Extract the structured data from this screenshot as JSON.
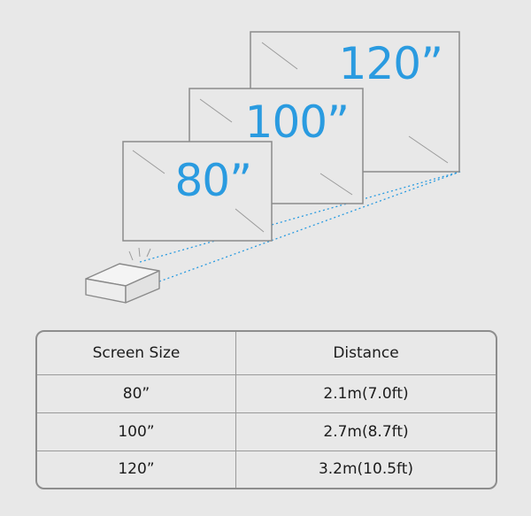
{
  "screens": [
    {
      "id": "80",
      "label": "80”"
    },
    {
      "id": "100",
      "label": "100”"
    },
    {
      "id": "120",
      "label": "120”"
    }
  ],
  "table": {
    "headers": [
      "Screen Size",
      "Distance"
    ],
    "rows": [
      {
        "size": "80”",
        "distance": "2.1m(7.0ft)"
      },
      {
        "size": "100”",
        "distance": "2.7m(8.7ft)"
      },
      {
        "size": "120”",
        "distance": "3.2m(10.5ft)"
      }
    ]
  },
  "colors": {
    "accent": "#2a9be0",
    "screen_fill": "#e8e8e8",
    "screen_stroke": "#8a8a8a"
  },
  "icons": [
    "projector-icon"
  ]
}
